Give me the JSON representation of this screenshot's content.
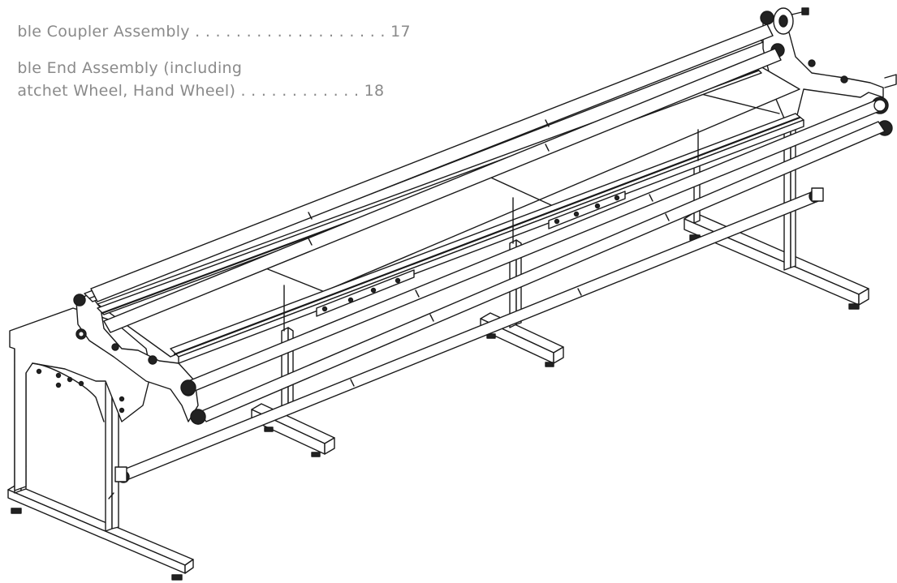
{
  "toc": {
    "entries": [
      {
        "title": "ble Coupler Assembly",
        "leader": " . . . . . . . . . . . . . . . . . . . ",
        "page": "17"
      },
      {
        "title": "ble End Assembly (including",
        "leader": "",
        "page": ""
      },
      {
        "title": "atchet Wheel, Hand Wheel)",
        "leader": " . . . . . . . . . . . . ",
        "page": "18"
      }
    ]
  },
  "diagram": {
    "subject": "quilting-frame-line-drawing",
    "line_color": "#1a1a1a"
  }
}
